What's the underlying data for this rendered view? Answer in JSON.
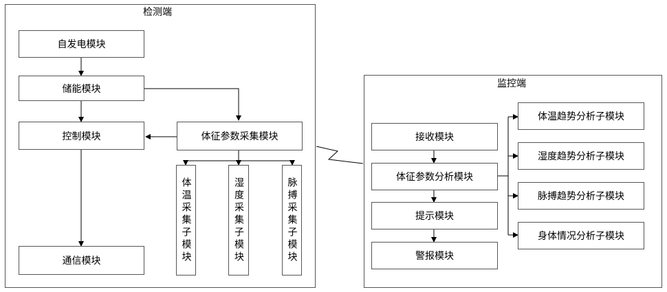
{
  "detect": {
    "title": "检测端",
    "self_power": "自发电模块",
    "storage": "储能模块",
    "control": "控制模块",
    "vital_collect": "体征参数采集模块",
    "temp_collect": "体温采集子模块",
    "humid_collect": "湿度采集子模块",
    "pulse_collect": "脉搏采集子模块",
    "comm": "通信模块"
  },
  "monitor": {
    "title": "监控端",
    "receive": "接收模块",
    "vital_analysis": "体征参数分析模块",
    "prompt": "提示模块",
    "alarm": "警报模块",
    "temp_trend": "体温趋势分析子模块",
    "humid_trend": "湿度趋势分析子模块",
    "pulse_trend": "脉搏趋势分析子模块",
    "body_status": "身体情况分析子模块"
  }
}
